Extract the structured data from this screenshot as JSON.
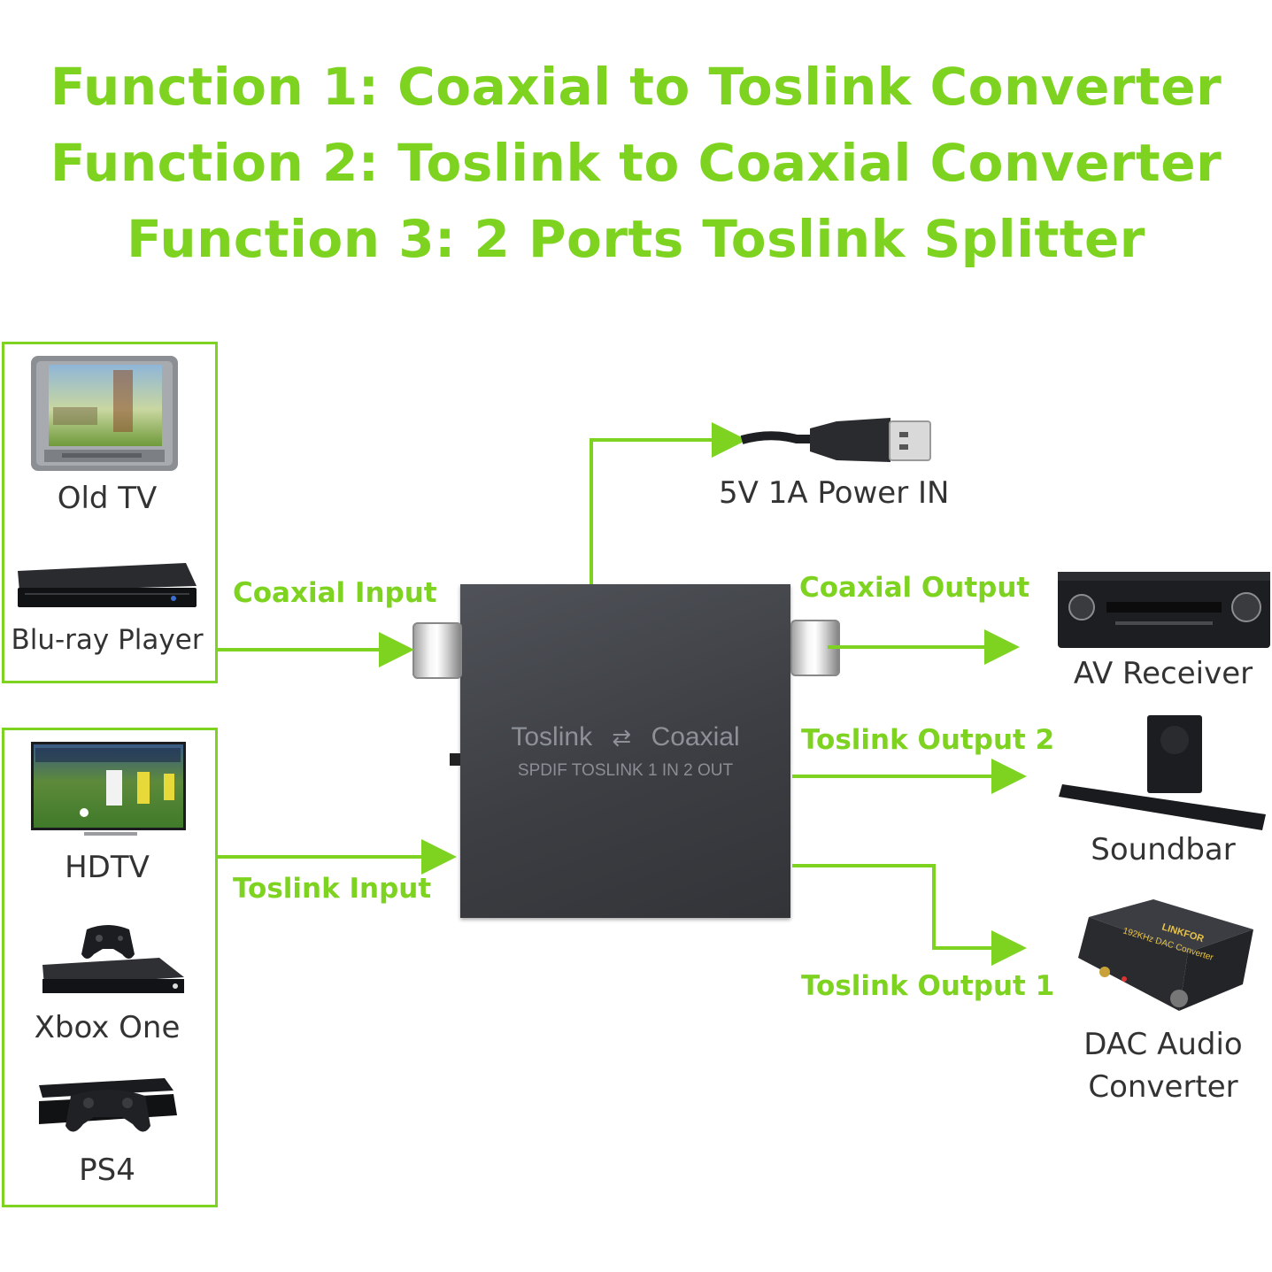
{
  "titles": [
    "Function 1: Coaxial to Toslink Converter",
    "Function 2: Toslink to Coaxial Converter",
    "Function 3: 2 Ports Toslink Splitter"
  ],
  "sources_top": [
    "Old TV",
    "Blu-ray Player"
  ],
  "sources_bottom": [
    "HDTV",
    "Xbox One",
    "PS4"
  ],
  "inputs": {
    "coaxial": "Coaxial Input",
    "toslink": "Toslink Input"
  },
  "power": "5V 1A Power IN",
  "converter": {
    "left": "Toslink",
    "right": "Coaxial",
    "subtitle": "SPDIF TOSLINK 1 IN 2 OUT"
  },
  "outputs": {
    "coaxial": "Coaxial Output",
    "toslink2": "Toslink Output 2",
    "toslink1": "Toslink Output 1"
  },
  "targets": {
    "av_receiver": "AV Receiver",
    "soundbar": "Soundbar",
    "dac_line1": "DAC Audio",
    "dac_line2": "Converter"
  },
  "dac_device": {
    "brand": "LINKFOR",
    "model": "192KHz DAC Converter"
  },
  "colors": {
    "accent": "#7ed321",
    "text": "#333333",
    "device": "#3f4247"
  }
}
